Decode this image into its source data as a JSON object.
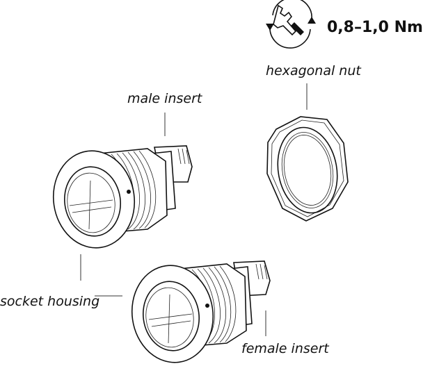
{
  "torque": {
    "value": "0,8–1,0 Nm",
    "icon": "wrench-rotation-icon"
  },
  "labels": {
    "hexagonal_nut": "hexagonal nut",
    "male_insert": "male insert",
    "socket_housing": "socket housing",
    "female_insert": "female insert"
  }
}
